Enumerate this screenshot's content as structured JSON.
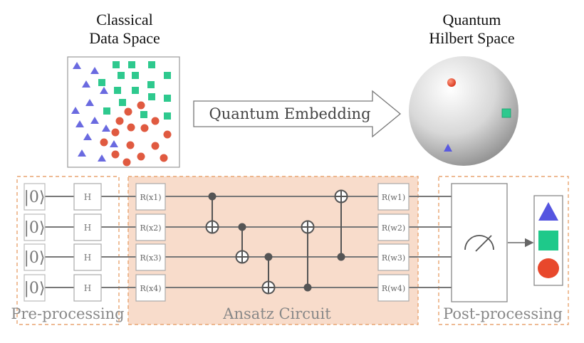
{
  "titles": {
    "classical_line1": "Classical",
    "classical_line2": "Data Space",
    "quantum_line1": "Quantum",
    "quantum_line2": "Hilbert Space"
  },
  "embedding_label": "Quantum Embedding",
  "sections": {
    "pre": "Pre-processing",
    "ansatz": "Ansatz Circuit",
    "post": "Post-processing"
  },
  "qubit_state": "|0⟩",
  "hadamard": "H",
  "encoding_gates": [
    "R(x1)",
    "R(x2)",
    "R(x3)",
    "R(x4)"
  ],
  "weight_gates": [
    "R(w1)",
    "R(w2)",
    "R(w3)",
    "R(w4)"
  ],
  "colors": {
    "triangle": "#6a6ae0",
    "square": "#2ec98e",
    "circle": "#e05a40",
    "ansatz_bg": "#f8dccb",
    "dashed_border": "#e8a470",
    "wire": "#666666"
  },
  "icons": [
    "triangle-icon",
    "square-icon",
    "circle-icon",
    "meter-icon",
    "arrow-icon"
  ]
}
